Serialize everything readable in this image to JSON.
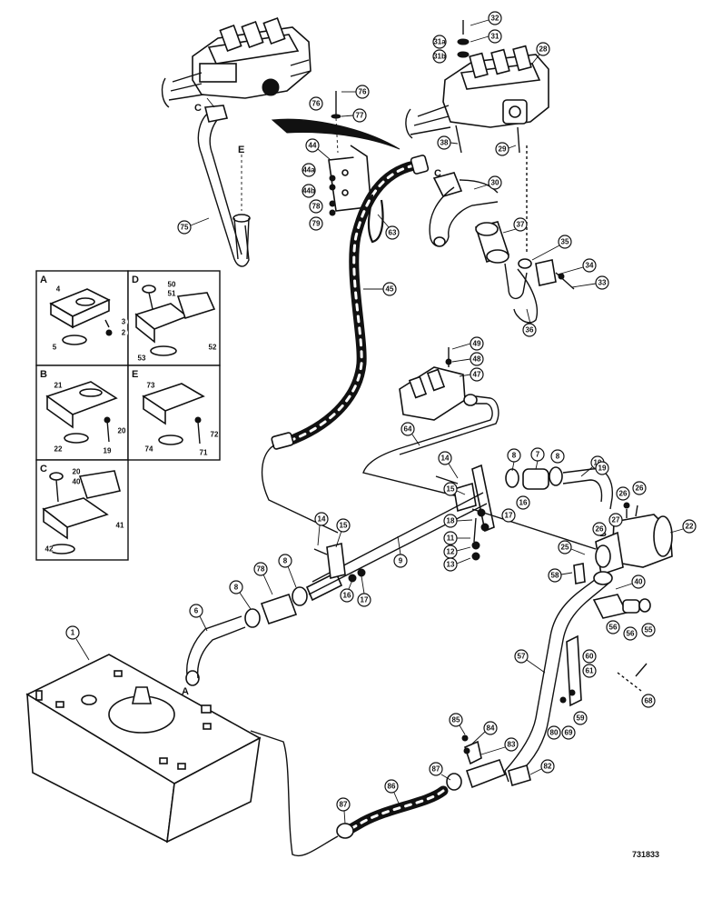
{
  "drawing_number": "731833",
  "insets": [
    {
      "letter": "A",
      "labels": [
        "4",
        "3",
        "2",
        "5"
      ]
    },
    {
      "letter": "D",
      "labels": [
        "50",
        "51",
        "52",
        "53"
      ]
    },
    {
      "letter": "B",
      "labels": [
        "21",
        "20",
        "19",
        "22"
      ]
    },
    {
      "letter": "E",
      "labels": [
        "73",
        "72",
        "71",
        "74"
      ]
    },
    {
      "letter": "C",
      "labels": [
        "20",
        "40",
        "41",
        "42"
      ]
    }
  ],
  "view_letters": [
    "C",
    "E",
    "C",
    "A",
    "B"
  ],
  "callouts": [
    "1",
    "6",
    "8",
    "78",
    "8",
    "14",
    "15",
    "16",
    "17",
    "9",
    "7",
    "8",
    "10",
    "14",
    "15",
    "18",
    "17",
    "11",
    "12",
    "13",
    "16",
    "19",
    "26",
    "26",
    "27",
    "25",
    "22",
    "58",
    "40",
    "56",
    "56",
    "55",
    "57",
    "60",
    "61",
    "59",
    "68",
    "80",
    "69",
    "85",
    "84",
    "83",
    "82",
    "87",
    "86",
    "87",
    "64",
    "49",
    "48",
    "47",
    "75",
    "76",
    "77",
    "44",
    "44a",
    "44b",
    "78",
    "79",
    "63",
    "45",
    "30",
    "37",
    "35",
    "34",
    "33",
    "36",
    "32",
    "31",
    "31a",
    "31b",
    "28",
    "38",
    "29"
  ]
}
